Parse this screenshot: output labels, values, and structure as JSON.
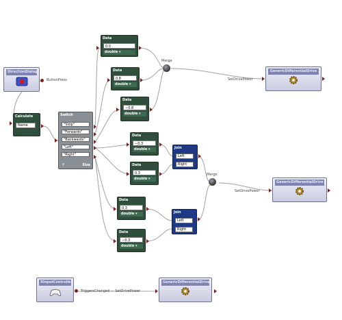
{
  "nodes": {
    "direction_dialog": {
      "title": "DirectionDialog",
      "icon": "joystick-icon"
    },
    "calculate": {
      "title": "Calculate",
      "value": "Name"
    },
    "switch": {
      "title": "Switch",
      "cases": [
        "\"Stop\"",
        "\"Forwards\"",
        "\"Backwards\"",
        "\"Left\"",
        "\"Right\""
      ],
      "else_label": "Else",
      "plus_label": "+"
    },
    "data_0": {
      "title": "Data",
      "value": "0.0",
      "type": "double"
    },
    "data_08": {
      "title": "Data",
      "value": "0.8",
      "type": "double"
    },
    "data_m08": {
      "title": "Data",
      "value": "−0.8",
      "type": "double"
    },
    "data_m03_a": {
      "title": "Data",
      "value": "−0.3",
      "type": "double"
    },
    "data_03_a": {
      "title": "Data",
      "value": "0.3",
      "type": "double"
    },
    "data_03_b": {
      "title": "Data",
      "value": "0.3",
      "type": "double"
    },
    "data_m03_b": {
      "title": "Data",
      "value": "−0.3",
      "type": "double"
    },
    "join_1": {
      "title": "Join",
      "rows": [
        "Left",
        "Right"
      ]
    },
    "join_2": {
      "title": "Join",
      "rows": [
        "Left",
        "Right"
      ]
    },
    "drive_1": {
      "title": "GenericDifferentialDrive",
      "icon": "gear-icon"
    },
    "drive_2": {
      "title": "GenericDifferentialDrive",
      "icon": "gear-icon"
    },
    "drive_3": {
      "title": "GenericDifferentialDrive",
      "icon": "gear-icon"
    },
    "xinput": {
      "title": "XInputController",
      "icon": "gamepad-icon"
    }
  },
  "labels": {
    "button_press": "ButtonPress",
    "merge_1": "Merge",
    "merge_2": "Merge",
    "set_drive_power_1": "SetDrivePower",
    "set_drive_power_2": "SetDrivePower",
    "triggers_changed": "TriggersChanged — SetDrivePower"
  },
  "colors": {
    "data_node": "#2f4f3c",
    "join_node": "#1e3a86",
    "service_node": "#c9cce0",
    "port": "#8b1a1a",
    "wire": "#9a9a9a"
  }
}
